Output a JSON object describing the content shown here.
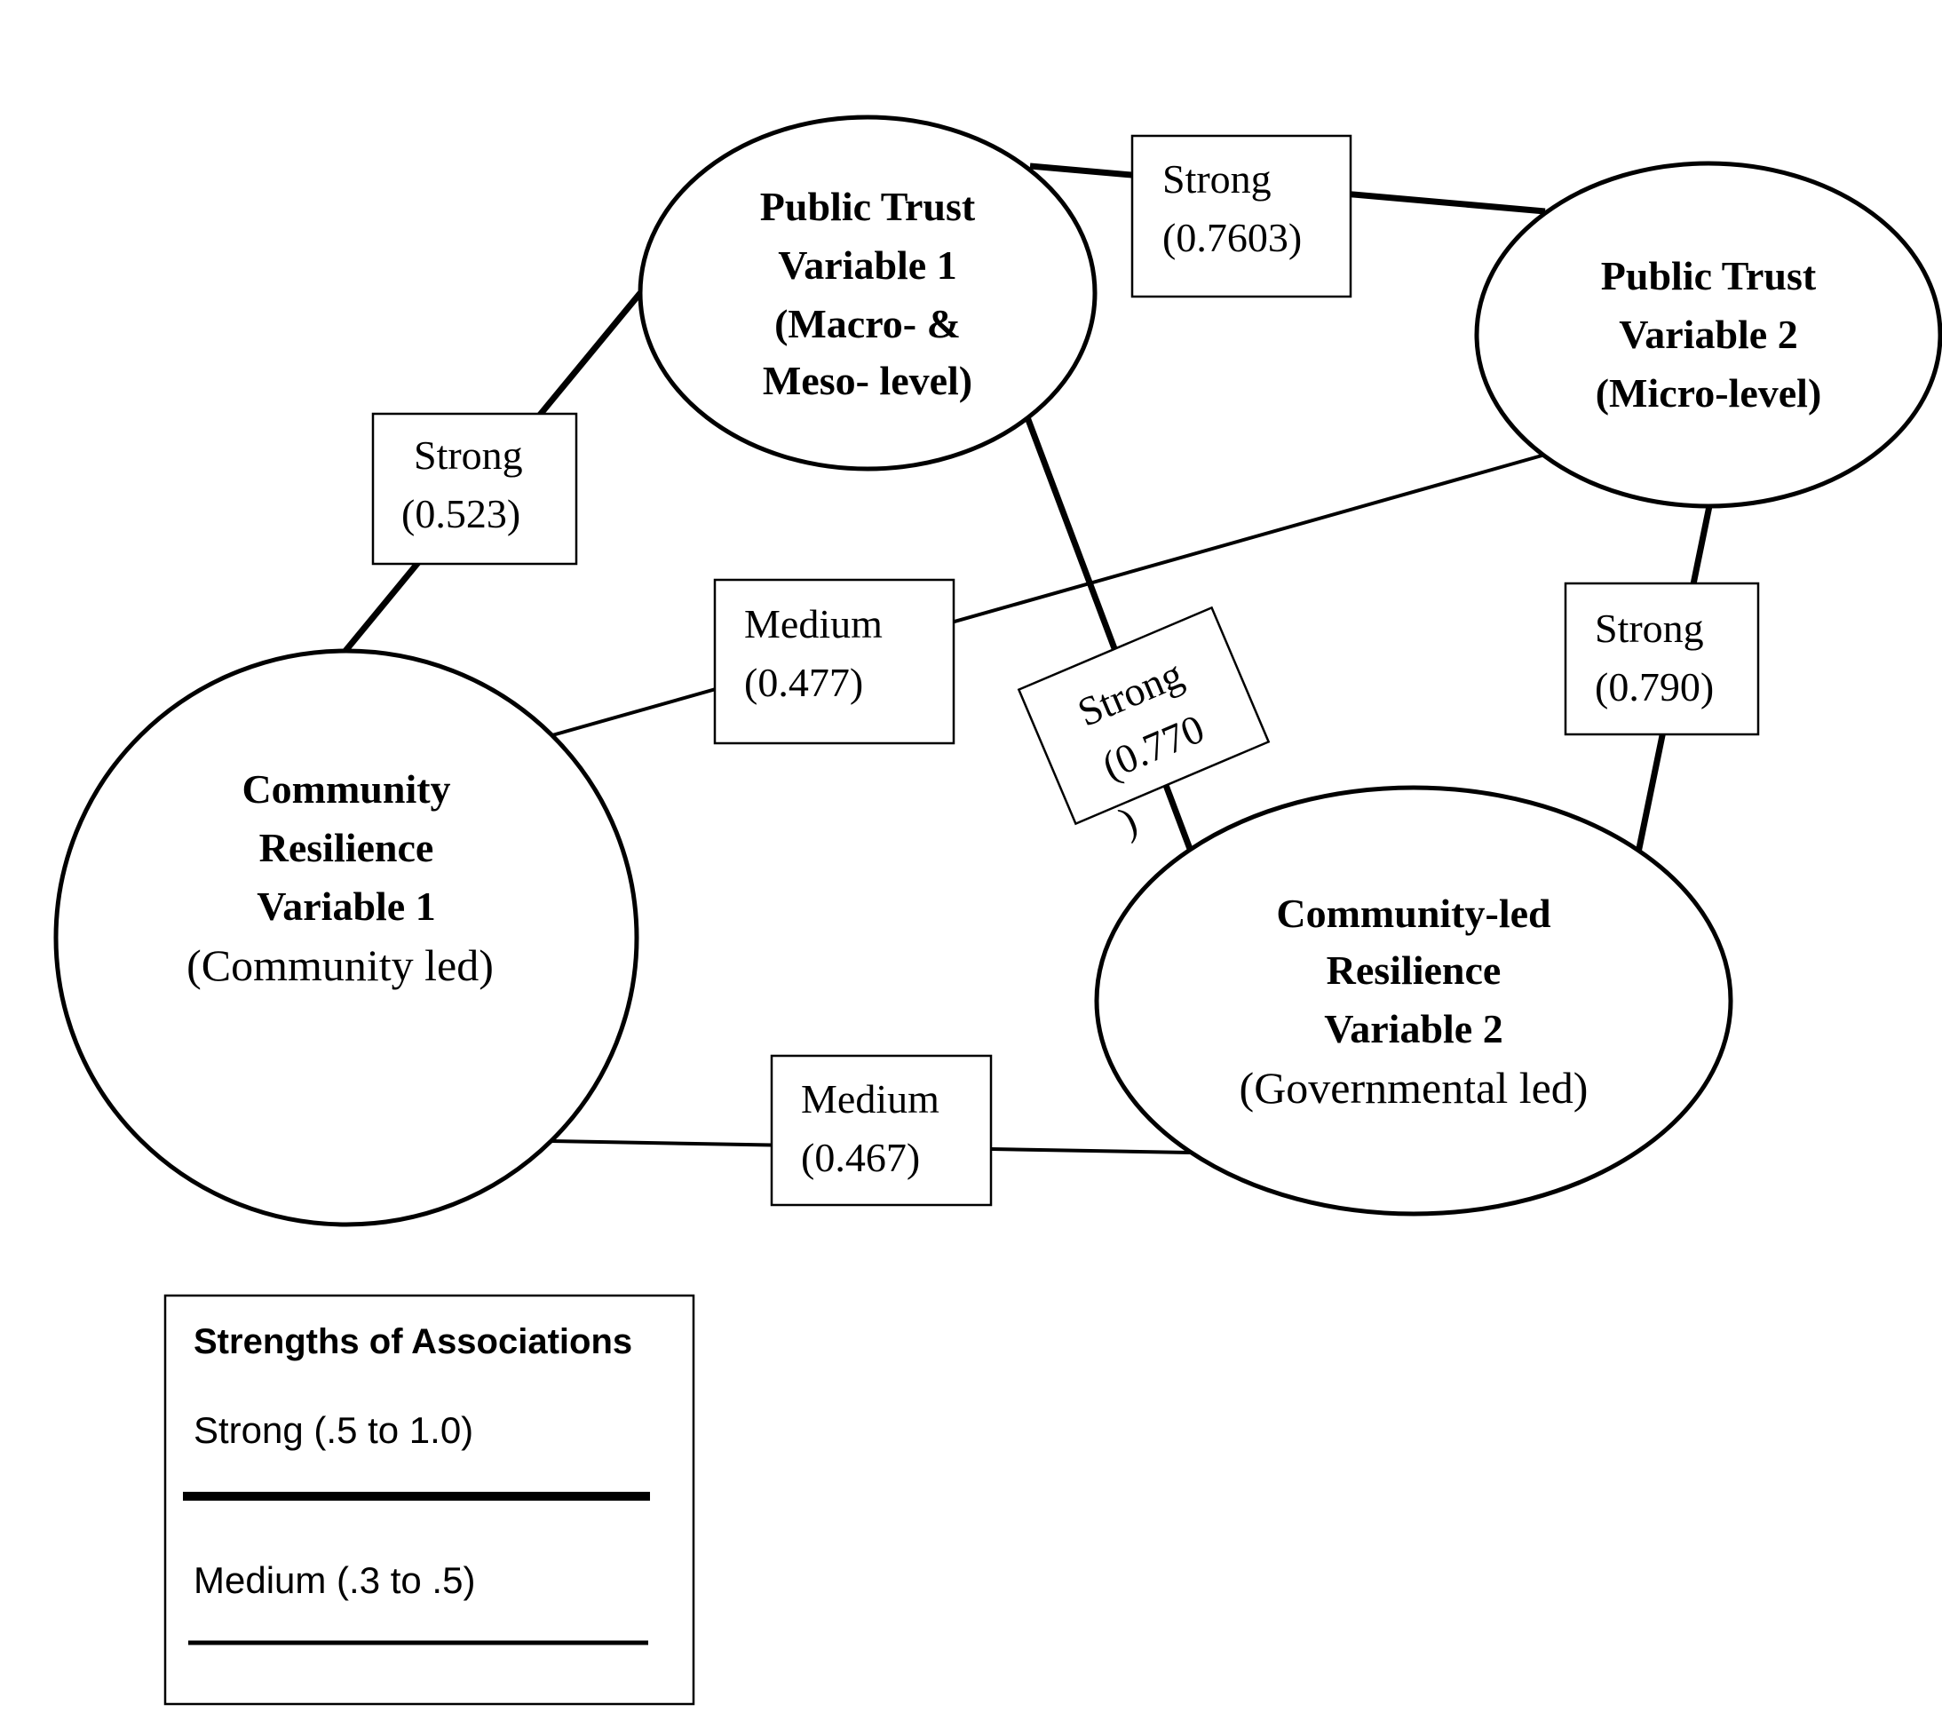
{
  "nodes": {
    "pt1": {
      "lines": [
        "Public Trust",
        "Variable 1",
        "(Macro- &",
        "Meso- level)"
      ]
    },
    "pt2": {
      "lines": [
        "Public Trust",
        "Variable 2",
        "(Micro-level)"
      ]
    },
    "cr1": {
      "bold_lines": [
        "Community",
        "Resilience",
        "Variable 1"
      ],
      "sub": "(Community led)"
    },
    "cr2": {
      "bold_lines": [
        "Community-led",
        "Resilience",
        "Variable 2"
      ],
      "sub": "(Governmental led)"
    }
  },
  "edges": [
    {
      "id": "pt1-pt2",
      "from": "Public Trust Variable 1",
      "to": "Public Trust Variable 2",
      "strength": "Strong",
      "value": "(0.7603)"
    },
    {
      "id": "pt1-cr1",
      "from": "Public Trust Variable 1",
      "to": "Community Resilience Variable 1",
      "strength": "Strong",
      "value": "(0.523)"
    },
    {
      "id": "pt2-cr1",
      "from": "Public Trust Variable 2",
      "to": "Community Resilience Variable 1",
      "strength": "Medium",
      "value": "(0.477)"
    },
    {
      "id": "pt1-cr2",
      "from": "Public Trust Variable 1",
      "to": "Community-led Resilience Variable 2",
      "strength": "Strong",
      "value": "(0.770",
      "overflow": ")"
    },
    {
      "id": "pt2-cr2",
      "from": "Public Trust Variable 2",
      "to": "Community-led Resilience Variable 2",
      "strength": "Strong",
      "value": "(0.790)"
    },
    {
      "id": "cr1-cr2",
      "from": "Community Resilience Variable 1",
      "to": "Community-led Resilience Variable 2",
      "strength": "Medium",
      "value": "(0.467)"
    }
  ],
  "legend": {
    "title": "Strengths of Associations",
    "strong": "Strong (.5 to 1.0)",
    "medium": "Medium (.3 to .5)"
  }
}
